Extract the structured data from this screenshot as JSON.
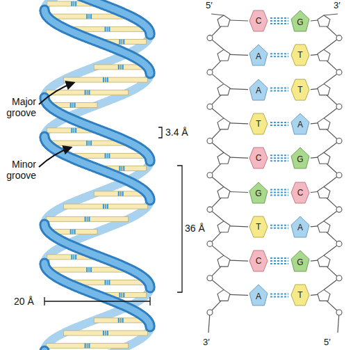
{
  "diagram": {
    "nodes": [
      {
        "text": [
          "C"
        ]
      },
      {
        "text": [
          "G"
        ]
      },
      {
        "text": [
          "A"
        ]
      },
      {
        "text": [
          "T"
        ]
      },
      {
        "text": [
          "A"
        ]
      },
      {
        "text": [
          "T"
        ]
      },
      {
        "text": [
          "T"
        ]
      },
      {
        "text": [
          "A"
        ]
      },
      {
        "text": [
          "C"
        ]
      },
      {
        "text": [
          "G"
        ]
      },
      {
        "text": [
          "G"
        ]
      },
      {
        "text": [
          "C"
        ]
      },
      {
        "text": [
          "T"
        ]
      },
      {
        "text": [
          "A"
        ]
      },
      {
        "text": [
          "C"
        ]
      },
      {
        "text": [
          "G"
        ]
      },
      {
        "text": [
          "A"
        ]
      },
      {
        "text": [
          "T"
        ]
      }
    ],
    "edges": [
      {
        "from": 0,
        "to": 1,
        "arrow": "none"
      },
      {
        "from": 2,
        "to": 3,
        "arrow": "none"
      },
      {
        "from": 4,
        "to": 5,
        "arrow": "none"
      },
      {
        "from": 6,
        "to": 7,
        "arrow": "none"
      },
      {
        "from": 8,
        "to": 9,
        "arrow": "none"
      },
      {
        "from": 10,
        "to": 11,
        "arrow": "none"
      },
      {
        "from": 12,
        "to": 13,
        "arrow": "none"
      },
      {
        "from": 14,
        "to": 15,
        "arrow": "none"
      },
      {
        "from": 16,
        "to": 17,
        "arrow": "none"
      }
    ],
    "labels": [
      "5′",
      "3′",
      "Major groove",
      "3.4 Å",
      "Minor groove",
      "36 Å",
      "20 Å",
      "3′",
      "5′"
    ]
  }
}
